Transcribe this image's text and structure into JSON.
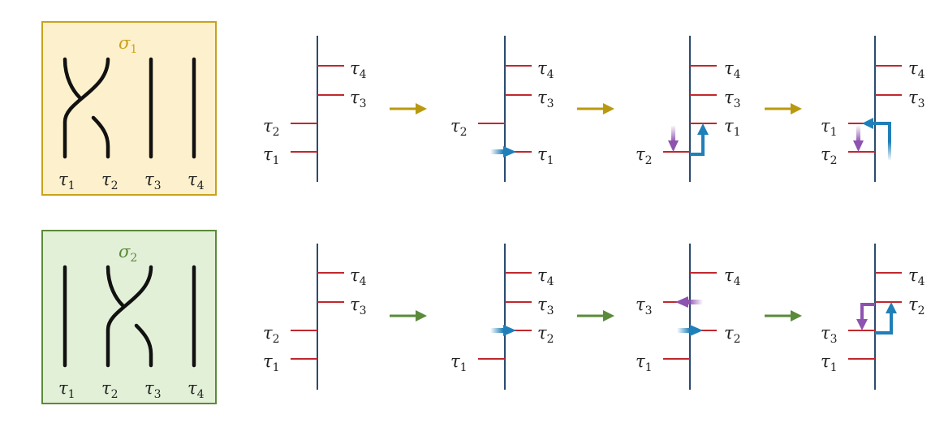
{
  "rows": [
    {
      "id": "sigma1",
      "generator": {
        "symbol": "σ",
        "index": "1"
      },
      "colors": {
        "box_fill": "#fdf0cc",
        "box_border": "#c8a21b",
        "title": "#c8a21b",
        "arrow": "#b9990f"
      },
      "strand_labels": [
        "1",
        "2",
        "3",
        "4"
      ],
      "panels": [
        {
          "labels": [
            {
              "pos": 2,
              "side": "left",
              "idx": "1"
            },
            {
              "pos": 3,
              "side": "left",
              "idx": "2"
            },
            {
              "pos": 5,
              "side": "right",
              "idx": "3"
            },
            {
              "pos": 6,
              "side": "right",
              "idx": "4"
            }
          ]
        },
        {
          "labels": [
            {
              "pos": 2,
              "side": "right",
              "idx": "1"
            },
            {
              "pos": 3,
              "side": "left",
              "idx": "2"
            },
            {
              "pos": 5,
              "side": "right",
              "idx": "3"
            },
            {
              "pos": 6,
              "side": "right",
              "idx": "4"
            }
          ]
        },
        {
          "labels": [
            {
              "pos": 2,
              "side": "left",
              "idx": "2"
            },
            {
              "pos": 3,
              "side": "right",
              "idx": "1"
            },
            {
              "pos": 4,
              "side": "right",
              "idx": "3"
            },
            {
              "pos": 5,
              "side": "right",
              "idx": "4"
            }
          ]
        },
        {
          "labels": [
            {
              "pos": 2,
              "side": "left",
              "idx": "2"
            },
            {
              "pos": 3,
              "side": "left",
              "idx": "1"
            },
            {
              "pos": 4,
              "side": "right",
              "idx": "3"
            },
            {
              "pos": 5,
              "side": "right",
              "idx": "4"
            }
          ]
        }
      ]
    },
    {
      "id": "sigma2",
      "generator": {
        "symbol": "σ",
        "index": "2"
      },
      "colors": {
        "box_fill": "#e3f0d8",
        "box_border": "#5a8a3a",
        "title": "#5a8a3a",
        "arrow": "#5a8a3a"
      },
      "strand_labels": [
        "1",
        "2",
        "3",
        "4"
      ],
      "panels": [
        {
          "labels": [
            {
              "pos": 2,
              "side": "left",
              "idx": "1"
            },
            {
              "pos": 3,
              "side": "left",
              "idx": "2"
            },
            {
              "pos": 5,
              "side": "right",
              "idx": "3"
            },
            {
              "pos": 6,
              "side": "right",
              "idx": "4"
            }
          ]
        },
        {
          "labels": [
            {
              "pos": 2,
              "side": "left",
              "idx": "1"
            },
            {
              "pos": 3,
              "side": "right",
              "idx": "2"
            },
            {
              "pos": 5,
              "side": "right",
              "idx": "3"
            },
            {
              "pos": 6,
              "side": "right",
              "idx": "4"
            }
          ]
        },
        {
          "labels": [
            {
              "pos": 2,
              "side": "left",
              "idx": "1"
            },
            {
              "pos": 3,
              "side": "right",
              "idx": "2"
            },
            {
              "pos": 4,
              "side": "left",
              "idx": "3"
            },
            {
              "pos": 6,
              "side": "right",
              "idx": "4"
            }
          ]
        },
        {
          "labels": [
            {
              "pos": 2,
              "side": "left",
              "idx": "1"
            },
            {
              "pos": 3,
              "side": "left",
              "idx": "3"
            },
            {
              "pos": 4,
              "side": "right",
              "idx": "2"
            },
            {
              "pos": 5,
              "side": "right",
              "idx": "4"
            }
          ]
        }
      ]
    }
  ],
  "label_symbol": "τ",
  "colors": {
    "axis": "#2b4b6f",
    "tick": "#c0282d",
    "blue_arrow": "#1f7fb8",
    "purple_arrow": "#8e52b0",
    "strand": "#111111"
  }
}
